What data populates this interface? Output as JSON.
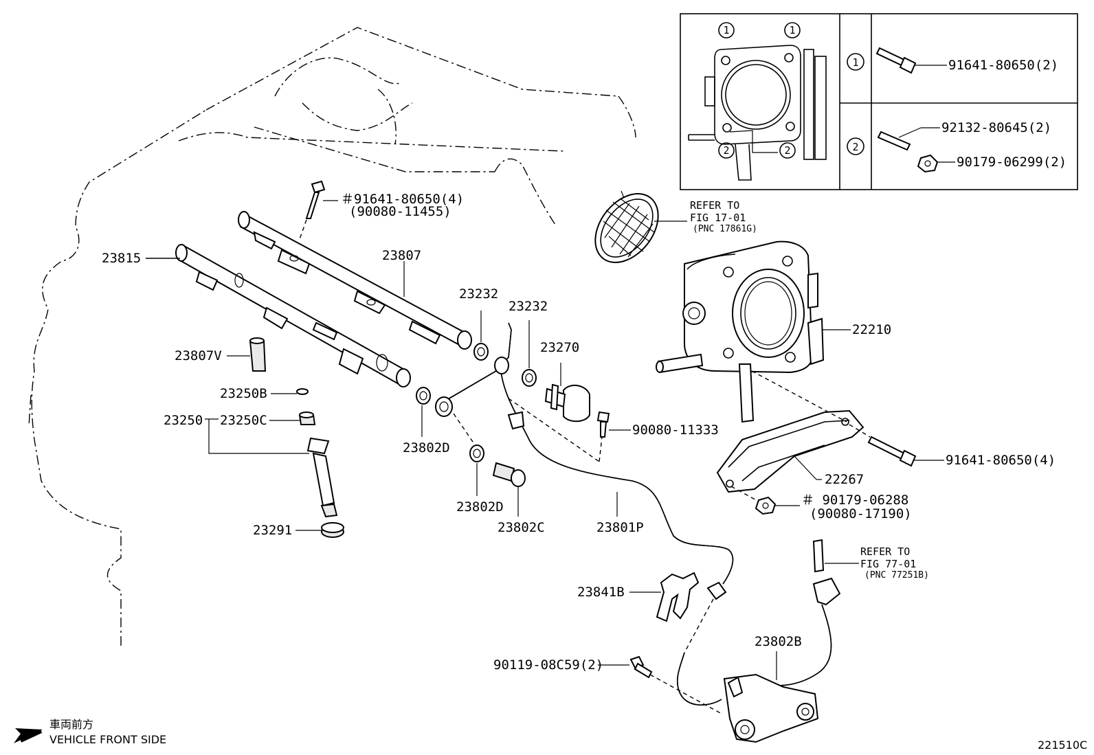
{
  "labels": {
    "p23815": "23815",
    "p23807": "23807",
    "p23807v": "23807V",
    "p23250b": "23250B",
    "p23250": "23250",
    "p23250c": "23250C",
    "p23291": "23291",
    "bolt_rail": "＃91641-80650(4)",
    "bolt_rail_alt": "(90080-11455)",
    "p23232a": "23232",
    "p23232b": "23232",
    "p23270": "23270",
    "p23802d_a": "23802D",
    "p23802d_b": "23802D",
    "p23802c": "23802C",
    "p23801p": "23801P",
    "bolt_23270": "90080-11333",
    "refer1_a": "REFER TO",
    "refer1_b": "FIG 17-01",
    "refer1_c": "(PNC 17861G)",
    "p22210": "22210",
    "bolt_bracket": "91641-80650(4)",
    "p22267": "22267",
    "nut_bracket": "＃ 90179-06288",
    "nut_bracket_alt": "(90080-17190)",
    "refer2_a": "REFER TO",
    "refer2_b": "FIG 77-01",
    "refer2_c": "(PNC 77251B)",
    "p23841b": "23841B",
    "p23802b": "23802B",
    "bolt_23802b": "90119-08C59(2)"
  },
  "inset": {
    "marker1": "1",
    "marker2": "2",
    "row1_part": "91641-80650(2)",
    "row2_part_a": "92132-80645(2)",
    "row2_part_b": "90179-06299(2)"
  },
  "footer": {
    "front_jp": "車両前方",
    "front_en": "VEHICLE FRONT SIDE",
    "figure_id": "221510C"
  },
  "icons": {
    "front_arrow": "arrow-left-down-icon",
    "circled_numbers": "circled-number-icon"
  }
}
